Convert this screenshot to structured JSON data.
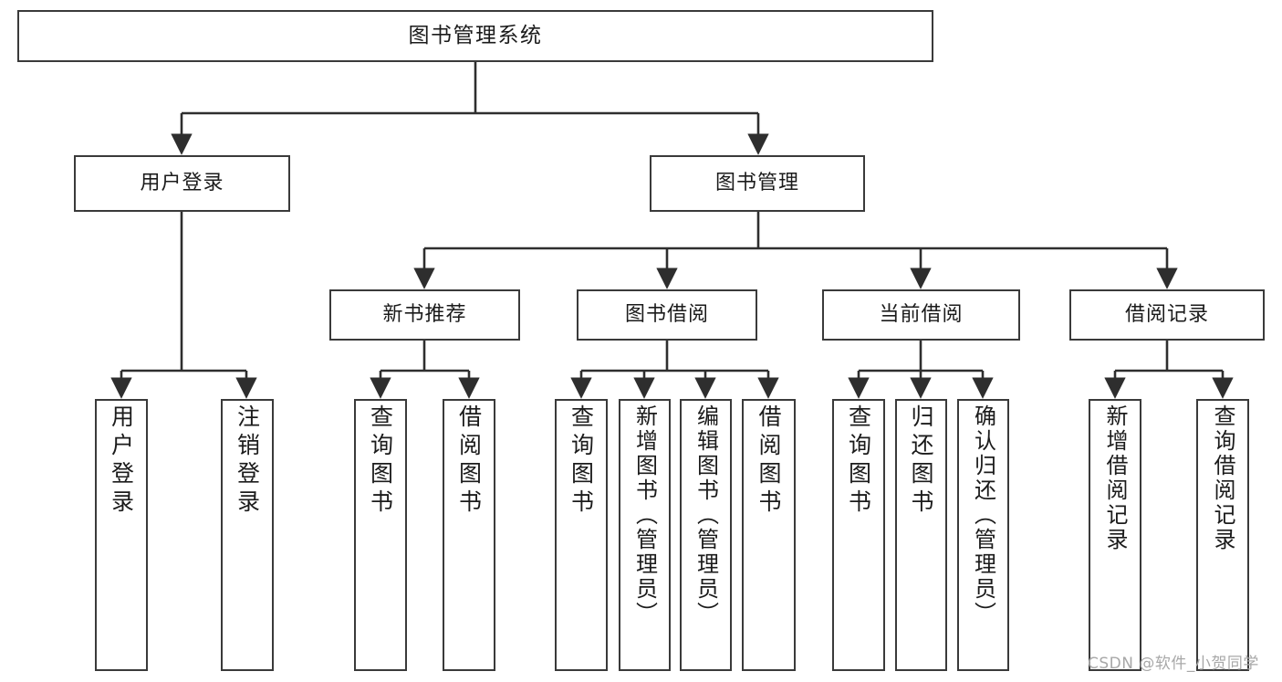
{
  "diagram": {
    "title": "图书管理系统",
    "watermark": "CSDN @软件_小贺同学",
    "colors": {
      "background": "#ffffff",
      "box_border": "#3a3a3a",
      "box_fill": "#ffffff",
      "connector": "#2e2e2e",
      "text": "#1b1b1b",
      "watermark": "#a8a8a8"
    },
    "levels": {
      "root": {
        "label": "图书管理系统"
      },
      "level2": [
        {
          "label": "用户登录"
        },
        {
          "label": "图书管理"
        }
      ],
      "level3": [
        {
          "label": "新书推荐"
        },
        {
          "label": "图书借阅"
        },
        {
          "label": "当前借阅"
        },
        {
          "label": "借阅记录"
        }
      ],
      "leaves": {
        "user_login": [
          {
            "label": "用户登录"
          },
          {
            "label": "注销登录"
          }
        ],
        "new_book_recommend": [
          {
            "label": "查询图书"
          },
          {
            "label": "借阅图书"
          }
        ],
        "book_borrow": [
          {
            "label": "查询图书"
          },
          {
            "label": "新增图书（管理员）"
          },
          {
            "label": "编辑图书（管理员）"
          },
          {
            "label": "借阅图书"
          }
        ],
        "current_borrow": [
          {
            "label": "查询图书"
          },
          {
            "label": "归还图书"
          },
          {
            "label": "确认归还（管理员）"
          }
        ],
        "borrow_records": [
          {
            "label": "新增借阅记录"
          },
          {
            "label": "查询借阅记录"
          }
        ]
      }
    }
  }
}
